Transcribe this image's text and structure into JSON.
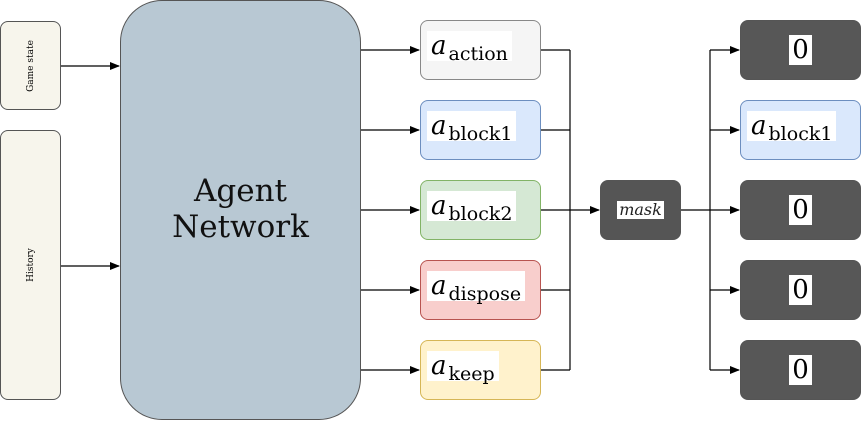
{
  "inputs": {
    "game_state": "Game state",
    "history": "History"
  },
  "agent": {
    "line1": "Agent",
    "line2": "Network"
  },
  "actions": [
    {
      "symbol": "a",
      "sub": "action",
      "fill": "#f5f5f5",
      "stroke": "#888888"
    },
    {
      "symbol": "a",
      "sub": "block1",
      "fill": "#dae8fc",
      "stroke": "#6c8ebf"
    },
    {
      "symbol": "a",
      "sub": "block2",
      "fill": "#d5e8d4",
      "stroke": "#82b366"
    },
    {
      "symbol": "a",
      "sub": "dispose",
      "fill": "#f8cecc",
      "stroke": "#b85450"
    },
    {
      "symbol": "a",
      "sub": "keep",
      "fill": "#fff2cc",
      "stroke": "#d6b656"
    }
  ],
  "mask": "mask",
  "outputs": [
    {
      "kind": "zero",
      "text": "0"
    },
    {
      "kind": "action",
      "symbol": "a",
      "sub": "block1"
    },
    {
      "kind": "zero",
      "text": "0"
    },
    {
      "kind": "zero",
      "text": "0"
    },
    {
      "kind": "zero",
      "text": "0"
    }
  ]
}
